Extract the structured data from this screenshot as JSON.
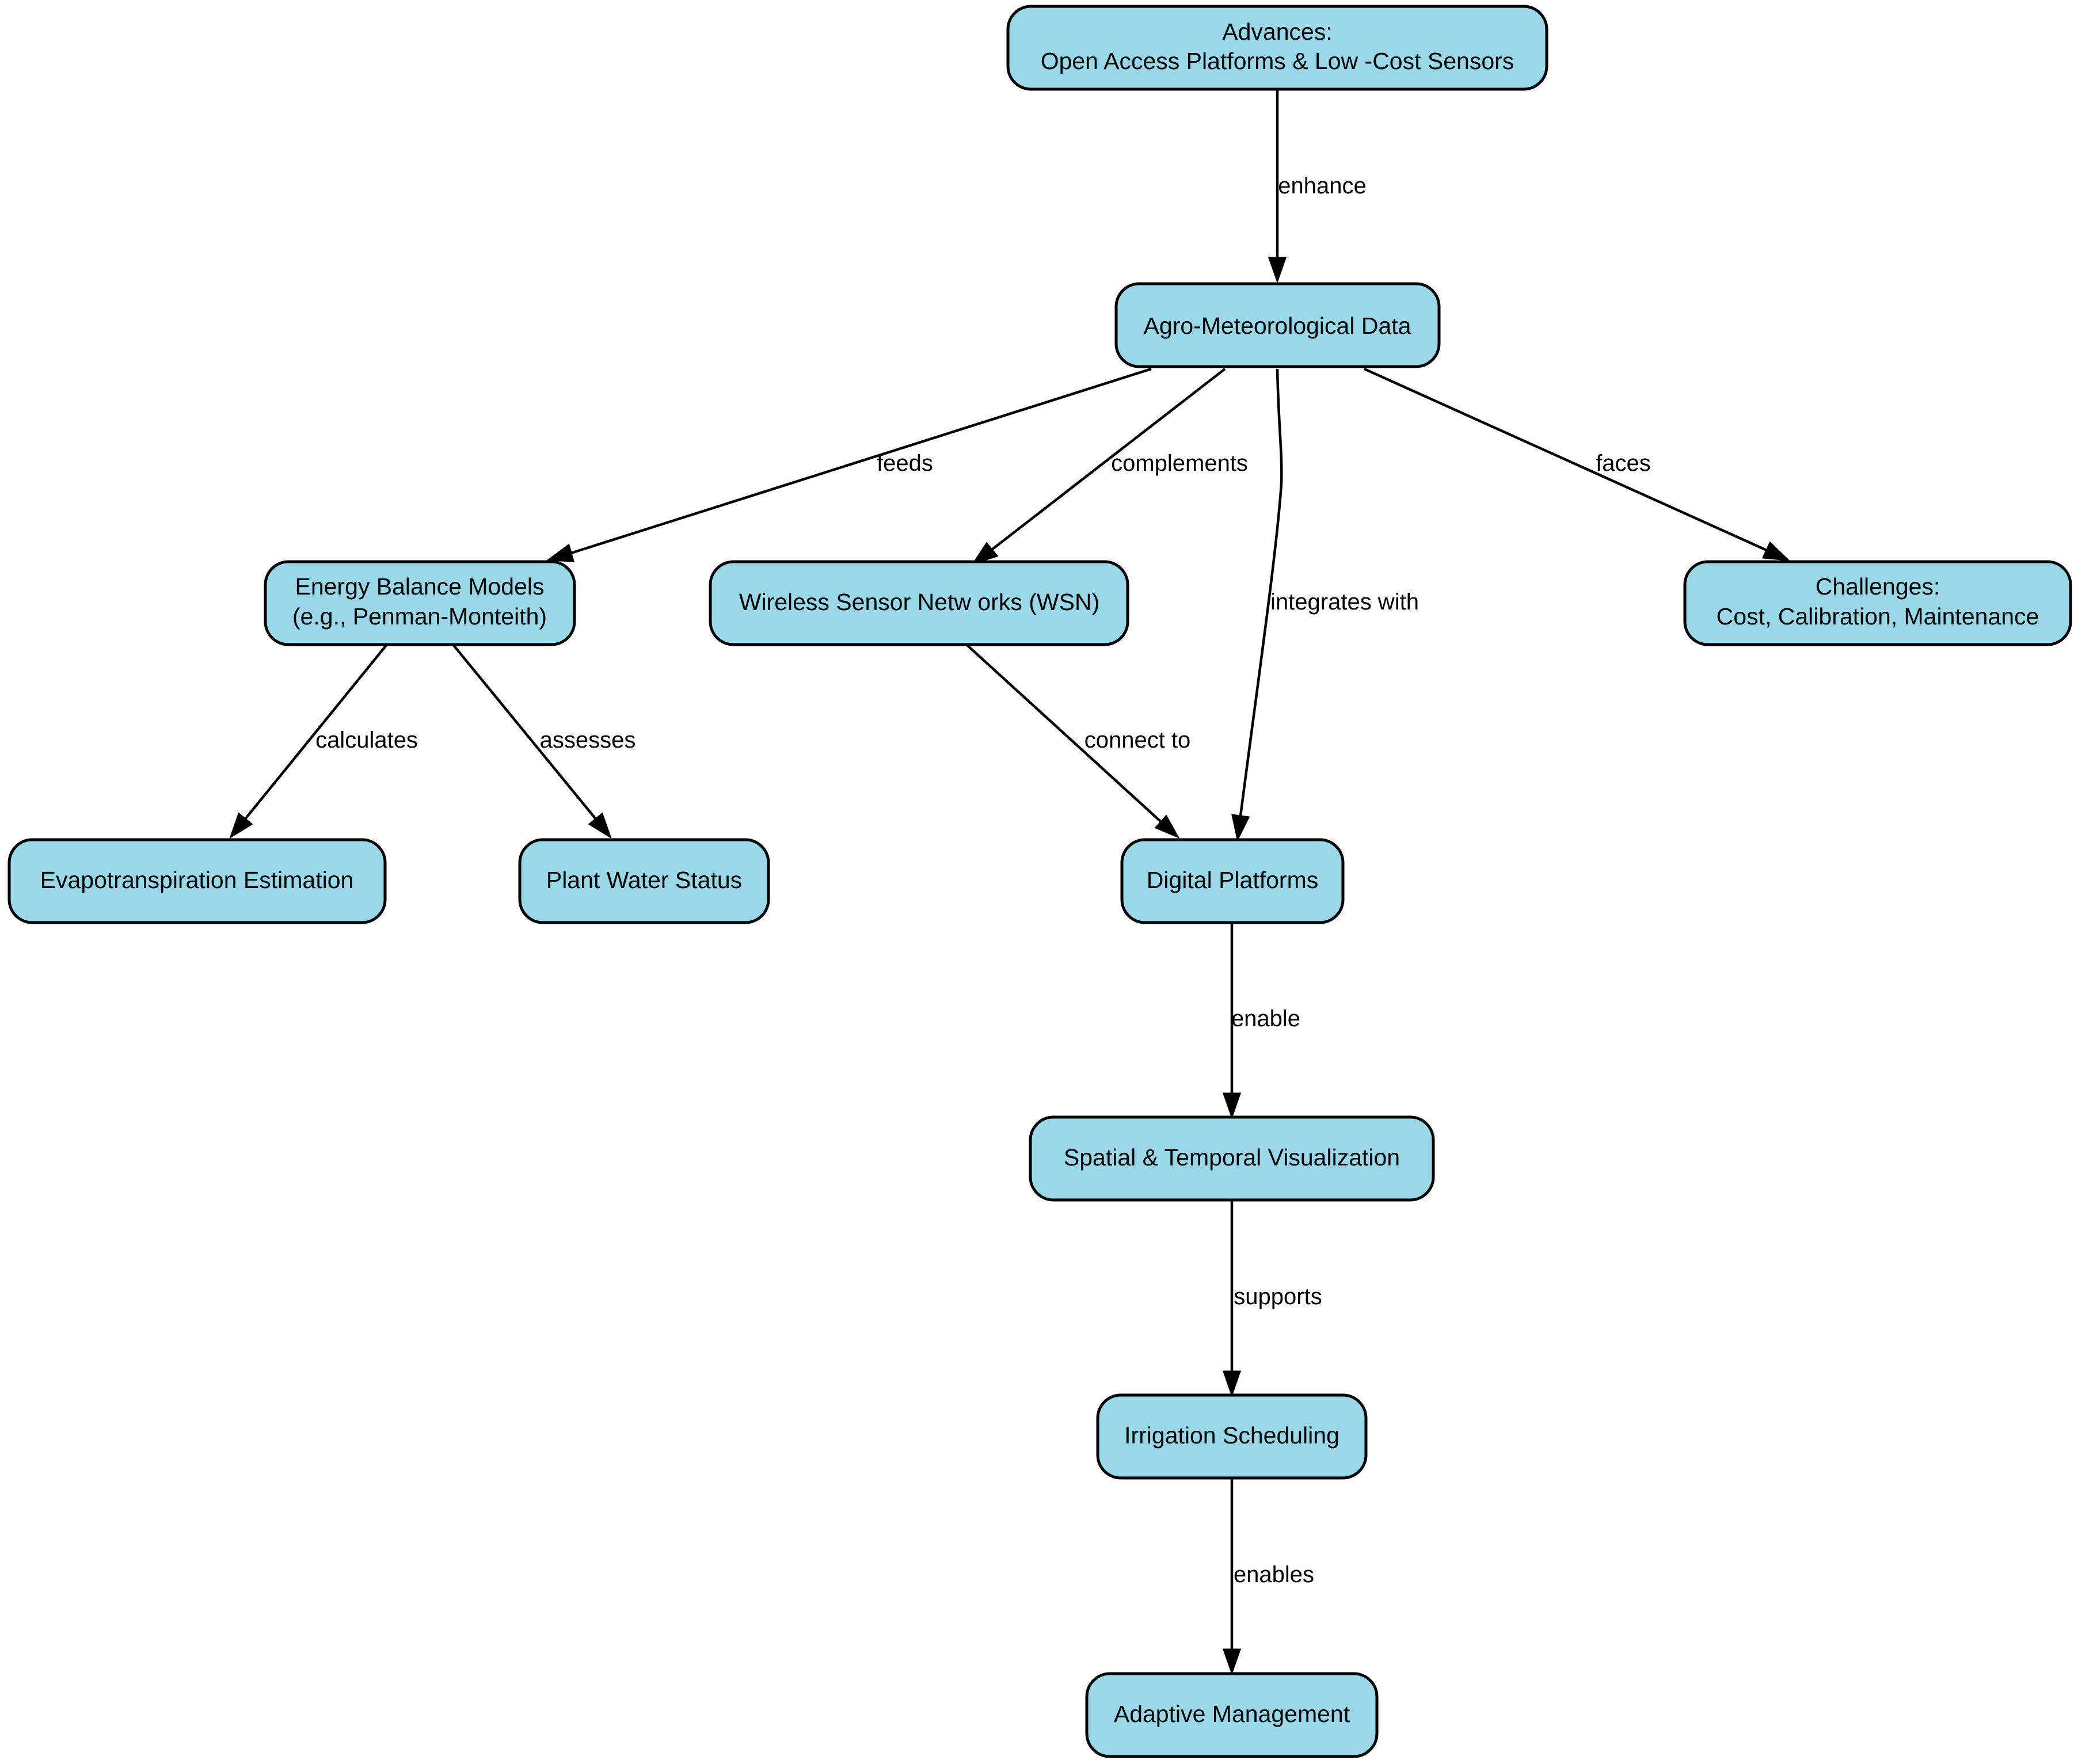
{
  "nodes": {
    "advances": {
      "lines": [
        "Advances:",
        "Open Access Platforms & Low -Cost Sensors"
      ]
    },
    "agro_met_data": {
      "lines": [
        "Agro-Meteorological Data"
      ]
    },
    "energy_balance": {
      "lines": [
        "Energy Balance Models",
        "(e.g., Penman-Monteith)"
      ]
    },
    "wsn": {
      "lines": [
        "Wireless Sensor Netw orks (WSN)"
      ]
    },
    "challenges": {
      "lines": [
        "Challenges:",
        "Cost, Calibration, Maintenance"
      ]
    },
    "evapotranspiration": {
      "lines": [
        "Evapotranspiration Estimation"
      ]
    },
    "plant_water": {
      "lines": [
        "Plant Water Status"
      ]
    },
    "digital_platforms": {
      "lines": [
        "Digital Platforms"
      ]
    },
    "visualization": {
      "lines": [
        "Spatial & Temporal Visualization"
      ]
    },
    "irrigation": {
      "lines": [
        "Irrigation Scheduling"
      ]
    },
    "adaptive": {
      "lines": [
        "Adaptive Management"
      ]
    }
  },
  "edges": {
    "advances_to_data": "enhance",
    "data_to_energy": "feeds",
    "data_to_wsn": "complements",
    "data_to_platforms": "integrates with",
    "data_to_challenges": "faces",
    "energy_to_et": "calculates",
    "energy_to_water": "assesses",
    "wsn_to_platforms": "connect to",
    "platforms_to_vis": "enable",
    "vis_to_irrigation": "supports",
    "irrigation_to_adaptive": "enables"
  },
  "colors": {
    "node_fill": "#99d8e8",
    "stroke": "#000000",
    "background": "#ffffff"
  }
}
